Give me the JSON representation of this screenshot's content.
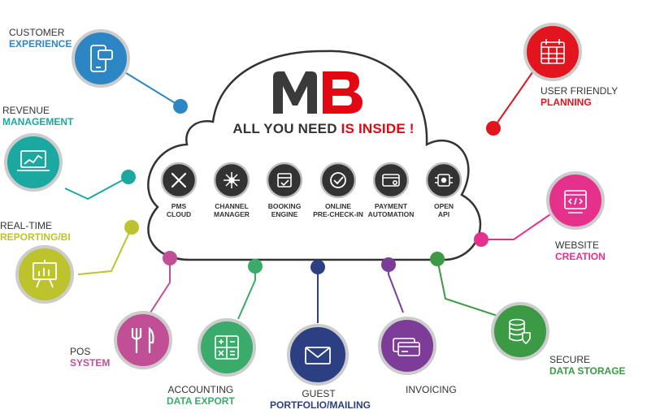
{
  "logo": {
    "letter1": "M",
    "letter2": "B"
  },
  "tagline": {
    "part1": "ALL YOU NEED ",
    "part2": "IS INSIDE !"
  },
  "colors": {
    "brand_red": "#e30613",
    "dark": "#333333",
    "customer": "#2d86c4",
    "revenue": "#1aa8a0",
    "reporting": "#bcc32c",
    "pos": "#c04f95",
    "accounting": "#3aab6b",
    "guest": "#2b3f82",
    "invoicing": "#7d3c98",
    "secure": "#3c9a45",
    "website": "#e6318c",
    "planning": "#e2151f"
  },
  "services": [
    {
      "line1": "PMS",
      "line2": "CLOUD",
      "icon": "tools-icon"
    },
    {
      "line1": "CHANNEL",
      "line2": "MANAGER",
      "icon": "network-icon"
    },
    {
      "line1": "BOOKING",
      "line2": "ENGINE",
      "icon": "calendar-icon"
    },
    {
      "line1": "ONLINE",
      "line2": "PRE-CHECK-IN",
      "icon": "check-icon"
    },
    {
      "line1": "PAYMENT",
      "line2": "AUTOMATION",
      "icon": "card-icon"
    },
    {
      "line1": "OPEN",
      "line2": "API",
      "icon": "chip-icon"
    }
  ],
  "modules": {
    "customer": {
      "line1": "CUSTOMER",
      "line2": "EXPERIENCE",
      "icon": "phone-sms-icon"
    },
    "revenue": {
      "line1": "REVENUE",
      "line2": "MANAGEMENT",
      "icon": "laptop-chart-icon"
    },
    "reporting": {
      "line1": "REAL-TIME",
      "line2": "REPORTING/BI",
      "icon": "presentation-icon"
    },
    "pos": {
      "line1": "POS",
      "line2": "SYSTEM",
      "icon": "cutlery-icon"
    },
    "accounting": {
      "line1": "ACCOUNTING",
      "line2": "DATA EXPORT",
      "icon": "calculator-icon"
    },
    "guest": {
      "line1": "GUEST",
      "line2": "PORTFOLIO/MAILING",
      "icon": "envelope-icon"
    },
    "invoicing": {
      "line1": "INVOICING",
      "icon": "cards-icon"
    },
    "secure": {
      "line1": "SECURE",
      "line2": "DATA STORAGE",
      "icon": "database-shield-icon"
    },
    "website": {
      "line1": "WEBSITE",
      "line2": "CREATION",
      "icon": "browser-code-icon"
    },
    "planning": {
      "line1": "USER FRIENDLY",
      "line2": "PLANNING",
      "icon": "calendar-grid-icon"
    }
  }
}
